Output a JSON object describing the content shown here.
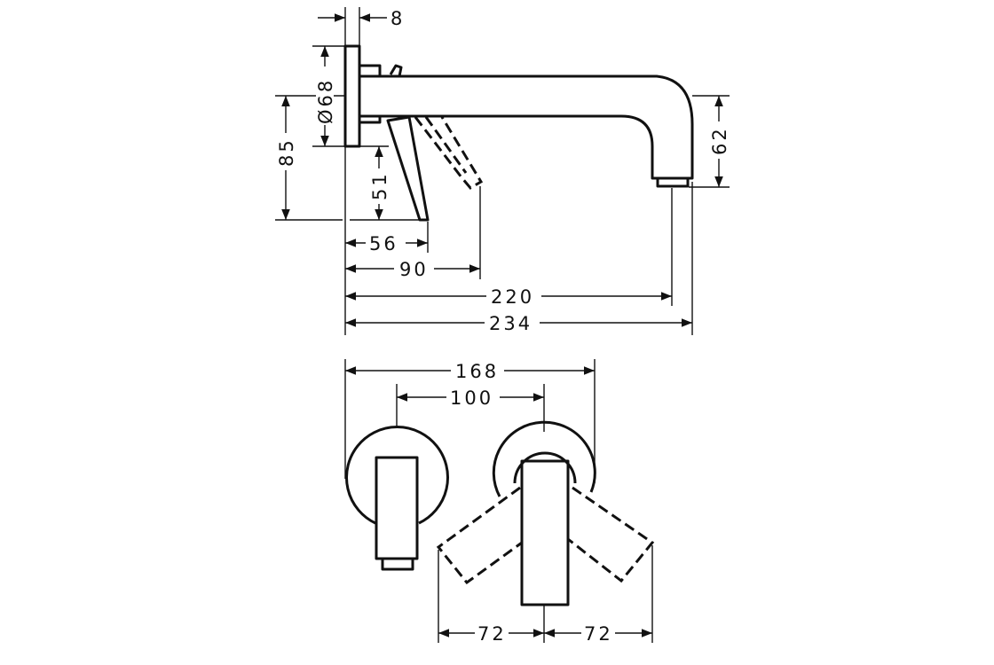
{
  "drawing": {
    "side_view": {
      "dimensions": {
        "plate_thickness": "8",
        "plate_diameter": "Ø68",
        "height_to_lever": "85",
        "lever_drop": "51",
        "spout_drop": "62",
        "lever_reach": "56",
        "lever_reach_open": "90",
        "spout_reach": "220",
        "overall_reach": "234"
      }
    },
    "front_view": {
      "dimensions": {
        "overall_width": "168",
        "center_distance": "100",
        "lever_swing_left": "72",
        "lever_swing_right": "72"
      }
    }
  }
}
